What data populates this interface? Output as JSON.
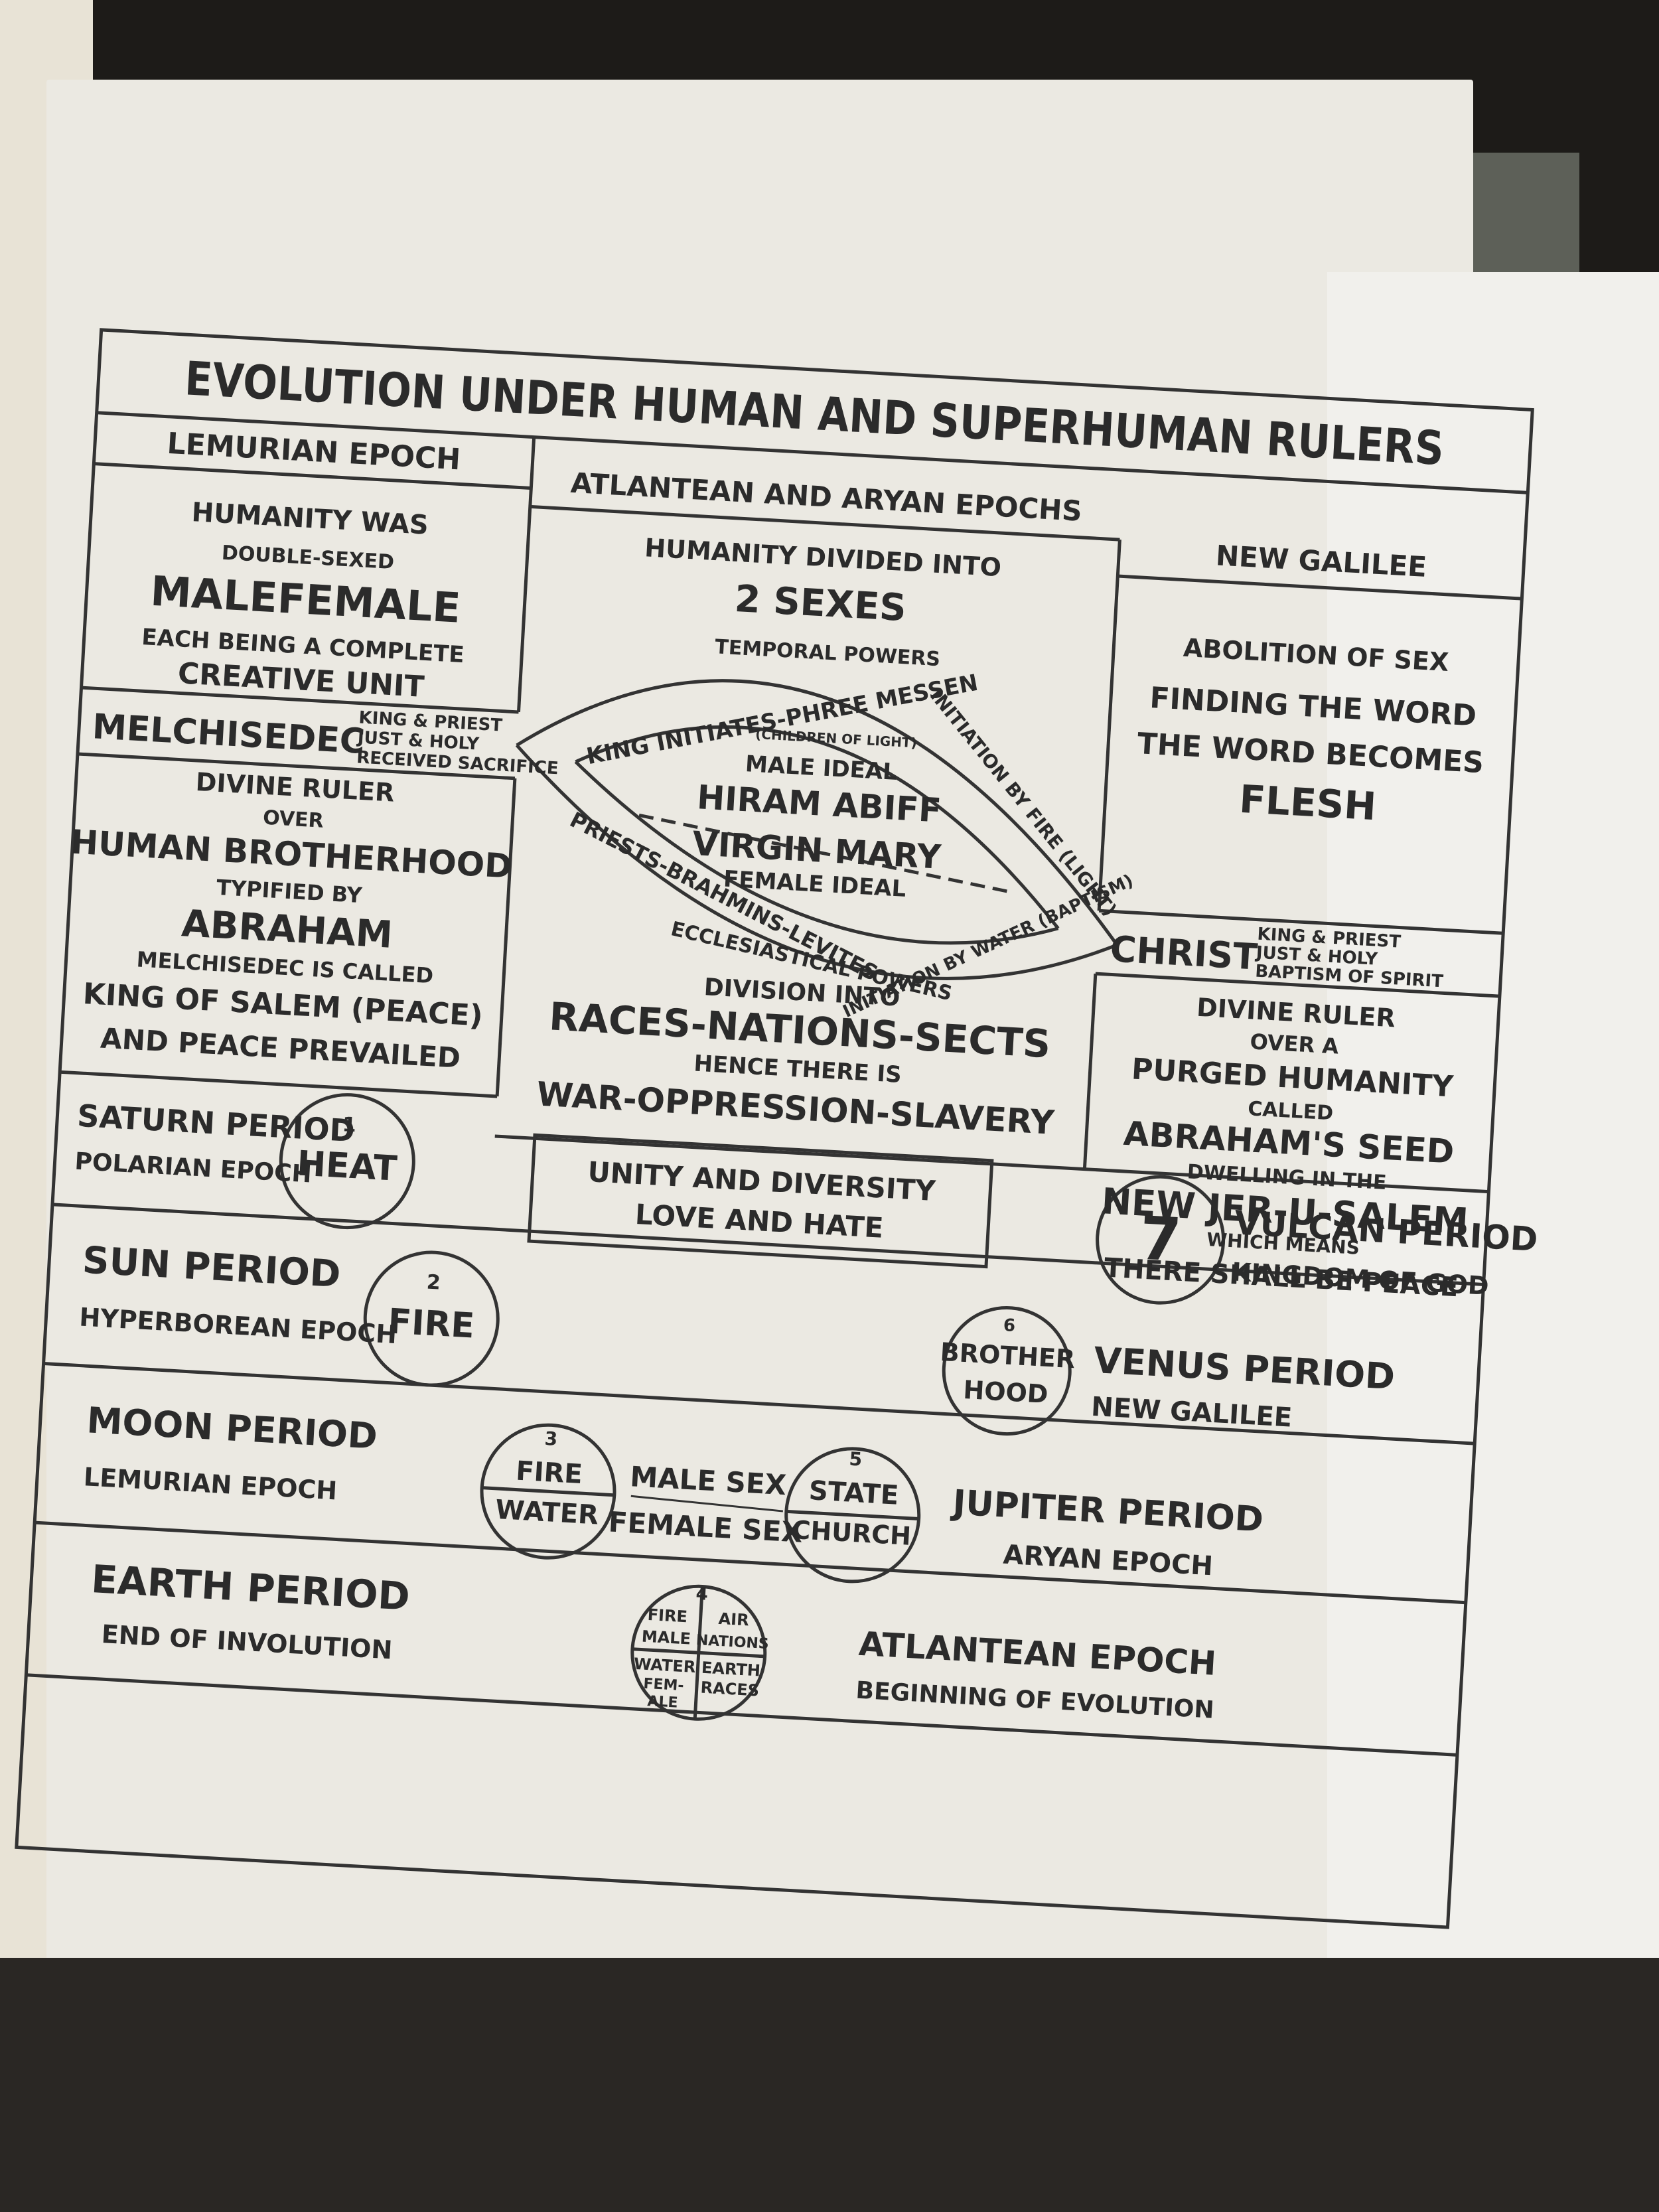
{
  "diagram": {
    "title": "EVOLUTION UNDER HUMAN AND SUPERHUMAN RULERS",
    "lemurian": {
      "header": "LEMURIAN EPOCH",
      "l1": "HUMANITY WAS",
      "l2": "DOUBLE-SEXED",
      "l3": "MALEFEMALE",
      "l4": "EACH BEING A COMPLETE",
      "l5": "CREATIVE UNIT"
    },
    "atlantean": {
      "header": "ATLANTEAN AND ARYAN EPOCHS",
      "l1": "HUMANITY DIVIDED INTO",
      "l2": "2 SEXES"
    },
    "new_galilee_col": {
      "header": "NEW GALILEE",
      "l1": "ABOLITION OF SEX",
      "l2": "FINDING THE WORD",
      "l3": "THE WORD BECOMES",
      "l4": "FLESH"
    },
    "melchisedec": {
      "name": "MELCHISEDEC",
      "l1": "KING & PRIEST",
      "l2": "JUST & HOLY",
      "l3": "RECEIVED SACRIFICE"
    },
    "christ": {
      "name": "CHRIST",
      "l1": "KING & PRIEST",
      "l2": "JUST & HOLY",
      "l3": "BAPTISM OF SPIRIT"
    },
    "vesica": {
      "temporal": "TEMPORAL POWERS",
      "top_arc": "KING INITIATES-PHREE MESSEN",
      "children": "(CHILDREN OF LIGHT)",
      "init_fire": "INITIATION BY FIRE (LIGHT)",
      "male_ideal": "MALE IDEAL",
      "hiram": "HIRAM ABIFF",
      "virgin": "VIRGIN MARY",
      "female_ideal": "FEMALE IDEAL",
      "bottom_arc": "PRIESTS-BRAHMINS-LEVITES",
      "init_water": "INITIATION BY WATER (BAPTISM)",
      "ecclesiastical": "ECCLESIASTICAL POWERS"
    },
    "left_mid": {
      "l1": "DIVINE RULER",
      "l2": "OVER",
      "l3": "HUMAN BROTHERHOOD",
      "l4": "TYPIFIED BY",
      "l5": "ABRAHAM",
      "l6": "MELCHISEDEC IS CALLED",
      "l7": "KING OF SALEM (PEACE)",
      "l8": "AND PEACE PREVAILED"
    },
    "center_mid": {
      "l1": "DIVISION INTO",
      "l2": "RACES-NATIONS-SECTS",
      "l3": "HENCE THERE IS",
      "l4": "WAR-OPPRESSION-SLAVERY"
    },
    "right_mid": {
      "l1": "DIVINE RULER",
      "l2": "OVER A",
      "l3": "PURGED HUMANITY",
      "l4": "CALLED",
      "l5": "ABRAHAM'S SEED",
      "l6": "DWELLING IN THE",
      "l7": "NEW JER-U-SALEM",
      "l8": "WHICH MEANS",
      "l9": "THERE SHALL BE PEACE"
    },
    "unity": {
      "l1": "UNITY AND DIVERSITY",
      "l2": "LOVE AND HATE"
    },
    "saturn": {
      "name": "SATURN PERIOD",
      "epoch": "POLARIAN EPOCH",
      "num": "1",
      "word": "HEAT"
    },
    "sun": {
      "name": "SUN PERIOD",
      "epoch": "HYPERBOREAN EPOCH",
      "num": "2",
      "word": "FIRE"
    },
    "moon": {
      "name": "MOON PERIOD",
      "epoch": "LEMURIAN EPOCH",
      "num": "3",
      "top": "FIRE",
      "bottom": "WATER"
    },
    "earth": {
      "name": "EARTH PERIOD",
      "epoch": "END OF INVOLUTION",
      "num": "4",
      "q1a": "FIRE",
      "q1b": "MALE",
      "q2a": "AIR",
      "q2b": "NATIONS",
      "q3a": "WATER",
      "q3b": "FEM-",
      "q3c": "ALE",
      "q4a": "EARTH",
      "q4b": "RACES"
    },
    "atlantean_row": {
      "name": "ATLANTEAN EPOCH",
      "sub": "BEGINNING OF EVOLUTION"
    },
    "sex_labels": {
      "male": "MALE SEX",
      "female": "FEMALE SEX"
    },
    "jupiter": {
      "name": "JUPITER PERIOD",
      "epoch": "ARYAN EPOCH",
      "num": "5",
      "top": "STATE",
      "bottom": "CHURCH"
    },
    "venus": {
      "name": "VENUS PERIOD",
      "epoch": "NEW GALILEE",
      "num": "6",
      "top": "BROTHER",
      "bottom": "HOOD"
    },
    "vulcan": {
      "name": "VULCAN PERIOD",
      "epoch": "KINGDOM OF GOD",
      "num": "7"
    }
  }
}
